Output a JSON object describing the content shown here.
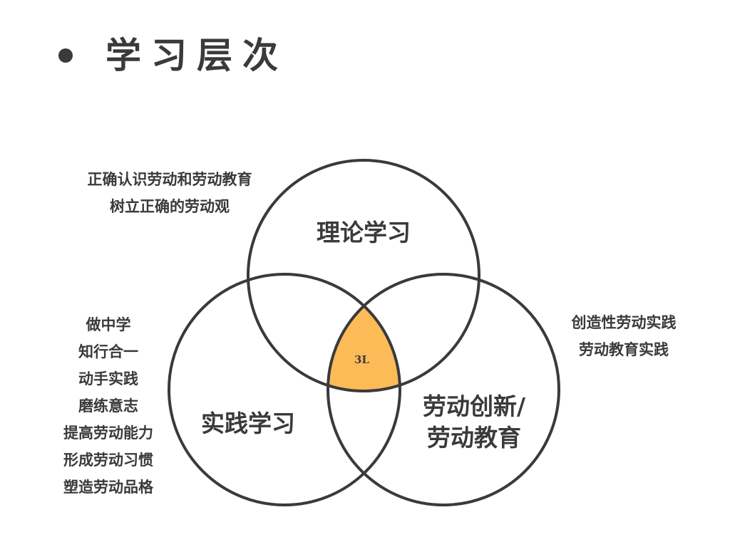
{
  "title": "学习层次",
  "center_label": "3L",
  "circles": {
    "top": "理论学习",
    "left": "实践学习",
    "right_lines": [
      "劳动创新/",
      "劳动教育"
    ]
  },
  "notes": {
    "top_left": [
      "正确认识劳动和劳动教育",
      "树立正确的劳动观"
    ],
    "left": [
      "做中学",
      "知行合一",
      "动手实践",
      "磨练意志",
      "提高劳动能力",
      "形成劳动习惯",
      "塑造劳动品格"
    ],
    "right": [
      "创造性劳动实践",
      "劳动教育实践"
    ]
  },
  "colors": {
    "stroke": "#3a3a3a",
    "center_fill": "#FDBB58"
  }
}
